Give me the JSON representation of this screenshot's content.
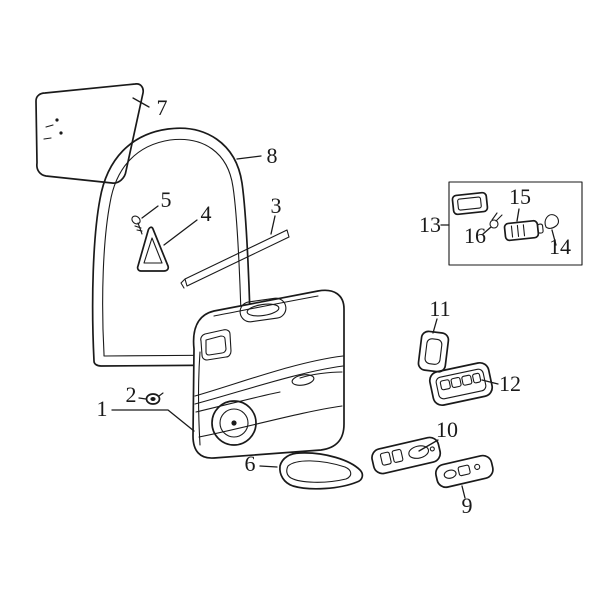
{
  "diagram": {
    "kind": "exploded-parts-diagram",
    "ink_color": "#1a1a1a",
    "background_color": "#ffffff"
  },
  "callouts": {
    "c1": "1",
    "c2": "2",
    "c3": "3",
    "c4": "4",
    "c5": "5",
    "c6": "6",
    "c7": "7",
    "c8": "8",
    "c9": "9",
    "c10": "10",
    "c11": "11",
    "c12": "12",
    "c13": "13",
    "c14": "14",
    "c15": "15",
    "c16": "16"
  }
}
